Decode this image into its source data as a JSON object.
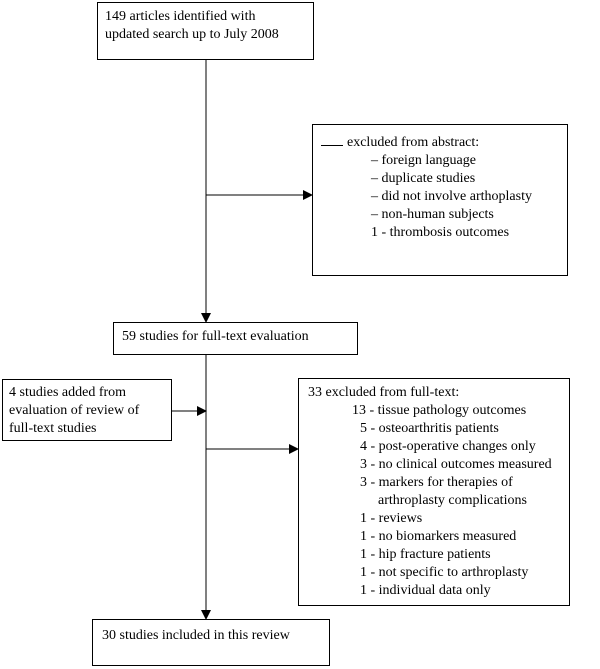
{
  "boxes": {
    "identified": {
      "lines": [
        "149 articles identified with",
        "updated search up to July 2008"
      ]
    },
    "excluded_abstract": {
      "title": "excluded from abstract:",
      "items": [
        "– foreign language",
        "– duplicate studies",
        "– did not involve arthoplasty",
        "– non-human subjects",
        "1 - thrombosis outcomes"
      ]
    },
    "fulltext_eval": {
      "lines": [
        "59 studies for full-text evaluation"
      ]
    },
    "added": {
      "lines": [
        "4 studies added from",
        "evaluation of review of",
        "full-text studies"
      ]
    },
    "excluded_fulltext": {
      "title": "33 excluded from full-text:",
      "items": [
        "13 - tissue pathology outcomes",
        "5 - osteoarthritis patients",
        "4 - post-operative changes only",
        "3 - no clinical outcomes measured",
        "3 - markers for therapies of",
        "arthroplasty complications",
        "1 - reviews",
        "1 - no biomarkers measured",
        "1 - hip fracture patients",
        "1 - not specific to arthroplasty",
        "1 - individual data only"
      ]
    },
    "included": {
      "lines": [
        "30 studies included in this review"
      ]
    }
  }
}
